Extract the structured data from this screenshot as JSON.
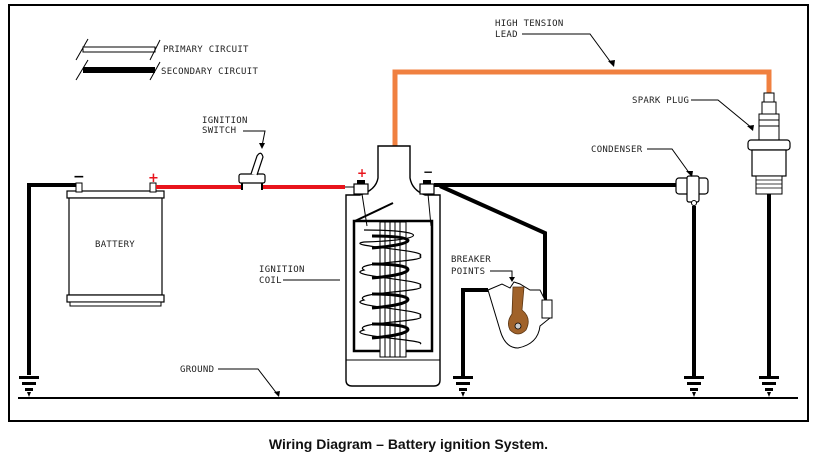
{
  "legend": {
    "primary": "PRIMARY CIRCUIT",
    "secondary": "SECONDARY CIRCUIT"
  },
  "labels": {
    "high_tension_1": "HIGH TENSION",
    "high_tension_2": "LEAD",
    "spark_plug": "SPARK PLUG",
    "condenser": "CONDENSER",
    "ignition_switch_1": "IGNITION",
    "ignition_switch_2": "SWITCH",
    "battery": "BATTERY",
    "ignition_coil_1": "IGNITION",
    "ignition_coil_2": "COIL",
    "breaker_points_1": "BREAKER",
    "breaker_points_2": "POINTS",
    "ground": "GROUND"
  },
  "polarity": {
    "battery_negative": "−",
    "battery_positive": "+",
    "coil_positive": "+",
    "coil_negative": "−"
  },
  "colors": {
    "primary_wire": "#e8141c",
    "high_tension_wire": "#f08040",
    "ground_wire": "#000000",
    "breaker_arm": "#a0622a"
  },
  "caption": "Wiring Diagram – Battery ignition System."
}
